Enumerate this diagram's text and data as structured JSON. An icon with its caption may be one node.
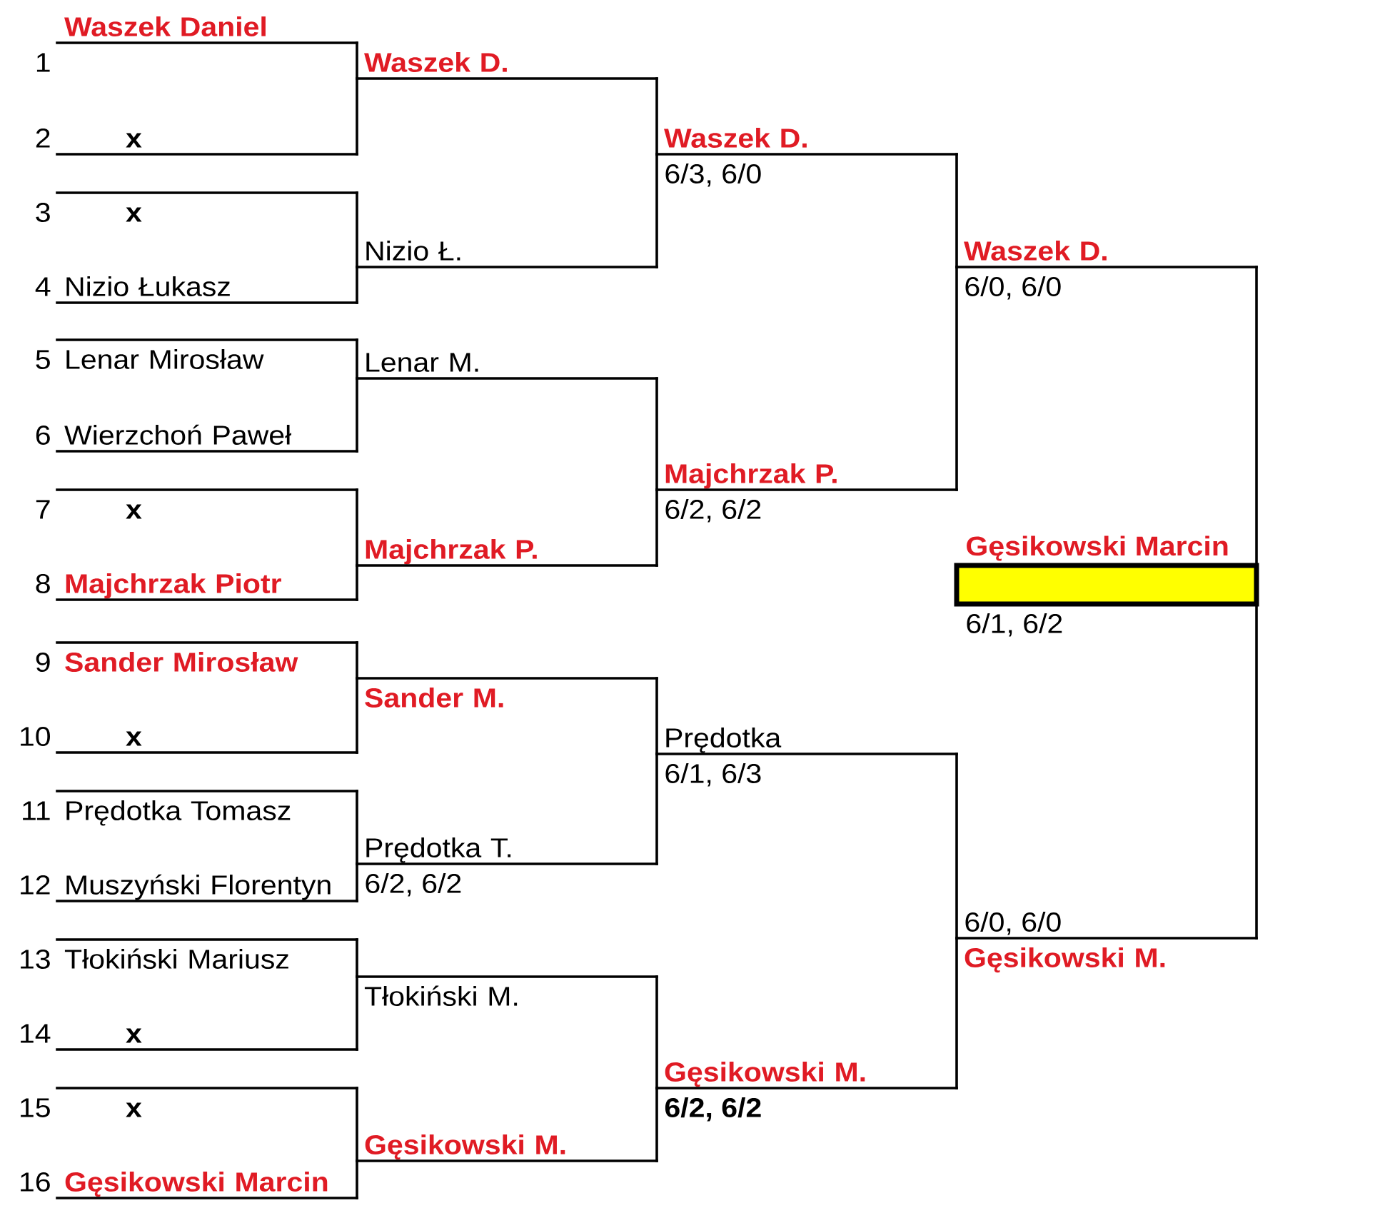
{
  "diagram": {
    "nodes": [
      {
        "text": [
          "Waszek Daniel"
        ],
        "beside": [
          "1"
        ]
      },
      {
        "text": [
          "x"
        ],
        "beside": [
          "2"
        ]
      },
      {
        "text": [
          "x"
        ],
        "beside": [
          "3"
        ]
      },
      {
        "text": [
          "Nizio Łukasz"
        ],
        "beside": [
          "4"
        ]
      },
      {
        "text": [
          "Lenar Mirosław"
        ],
        "beside": [
          "5"
        ]
      },
      {
        "text": [
          "Wierzchoń Paweł"
        ],
        "beside": [
          "6"
        ]
      },
      {
        "text": [
          "x"
        ],
        "beside": [
          "7"
        ]
      },
      {
        "text": [
          "Majchrzak Piotr"
        ],
        "beside": [
          "8"
        ]
      },
      {
        "text": [
          "Sander Mirosław"
        ],
        "beside": [
          "9"
        ]
      },
      {
        "text": [
          "x"
        ],
        "beside": [
          "10"
        ]
      },
      {
        "text": [
          "Prędotka Tomasz"
        ],
        "beside": [
          "11"
        ]
      },
      {
        "text": [
          "Muszyński Florentyn"
        ],
        "beside": [
          "12"
        ]
      },
      {
        "text": [
          "Tłokiński Mariusz"
        ],
        "beside": [
          "13"
        ]
      },
      {
        "text": [
          "x"
        ],
        "beside": [
          "14"
        ]
      },
      {
        "text": [
          "x"
        ],
        "beside": [
          "15"
        ]
      },
      {
        "text": [
          "Gęsikowski Marcin"
        ],
        "beside": [
          "16"
        ]
      },
      {
        "text": [
          "Waszek D."
        ]
      },
      {
        "text": [
          "Nizio Ł."
        ]
      },
      {
        "text": [
          "Lenar M."
        ]
      },
      {
        "text": [
          "Majchrzak P."
        ]
      },
      {
        "text": [
          "Sander M."
        ]
      },
      {
        "text": [
          "Prędotka T."
        ],
        "beside": [
          "6/2, 6/2"
        ]
      },
      {
        "text": [
          "Tłokiński M."
        ]
      },
      {
        "text": [
          "Gęsikowski M."
        ]
      },
      {
        "text": [
          "Waszek D."
        ],
        "beside": [
          "6/3, 6/0"
        ]
      },
      {
        "text": [
          "Majchrzak P."
        ],
        "beside": [
          "6/2, 6/2"
        ]
      },
      {
        "text": [
          "Prędotka"
        ],
        "beside": [
          "6/1, 6/3"
        ]
      },
      {
        "text": [
          "Gęsikowski M."
        ],
        "beside": [
          "6/2, 6/2"
        ]
      },
      {
        "text": [
          "Waszek D."
        ],
        "beside": [
          "6/0, 6/0"
        ]
      },
      {
        "text": [
          "Gęsikowski M."
        ],
        "beside": [
          "6/0, 6/0"
        ]
      },
      {
        "text": [
          "Gęsikowski Marcin"
        ],
        "beside": [
          "6/1, 6/2"
        ]
      }
    ],
    "edges": [
      {
        "from": 0,
        "to": 16,
        "arrow": "none"
      },
      {
        "from": 1,
        "to": 16,
        "arrow": "none"
      },
      {
        "from": 2,
        "to": 17,
        "arrow": "none"
      },
      {
        "from": 3,
        "to": 17,
        "arrow": "none"
      },
      {
        "from": 4,
        "to": 18,
        "arrow": "none"
      },
      {
        "from": 5,
        "to": 18,
        "arrow": "none"
      },
      {
        "from": 6,
        "to": 19,
        "arrow": "none"
      },
      {
        "from": 7,
        "to": 19,
        "arrow": "none"
      },
      {
        "from": 8,
        "to": 20,
        "arrow": "none"
      },
      {
        "from": 9,
        "to": 20,
        "arrow": "none"
      },
      {
        "from": 10,
        "to": 21,
        "arrow": "none"
      },
      {
        "from": 11,
        "to": 21,
        "arrow": "none"
      },
      {
        "from": 12,
        "to": 22,
        "arrow": "none"
      },
      {
        "from": 13,
        "to": 22,
        "arrow": "none"
      },
      {
        "from": 14,
        "to": 23,
        "arrow": "none"
      },
      {
        "from": 15,
        "to": 23,
        "arrow": "none"
      },
      {
        "from": 16,
        "to": 24,
        "arrow": "none"
      },
      {
        "from": 17,
        "to": 24,
        "arrow": "none"
      },
      {
        "from": 18,
        "to": 25,
        "arrow": "none"
      },
      {
        "from": 19,
        "to": 25,
        "arrow": "none"
      },
      {
        "from": 20,
        "to": 26,
        "arrow": "none"
      },
      {
        "from": 21,
        "to": 26,
        "arrow": "none"
      },
      {
        "from": 22,
        "to": 27,
        "arrow": "none"
      },
      {
        "from": 23,
        "to": 27,
        "arrow": "none"
      },
      {
        "from": 24,
        "to": 28,
        "arrow": "none"
      },
      {
        "from": 25,
        "to": 28,
        "arrow": "none"
      },
      {
        "from": 26,
        "to": 29,
        "arrow": "none"
      },
      {
        "from": 27,
        "to": 29,
        "arrow": "none"
      },
      {
        "from": 28,
        "to": 30,
        "arrow": "none"
      },
      {
        "from": 29,
        "to": 30,
        "arrow": "none"
      }
    ]
  }
}
